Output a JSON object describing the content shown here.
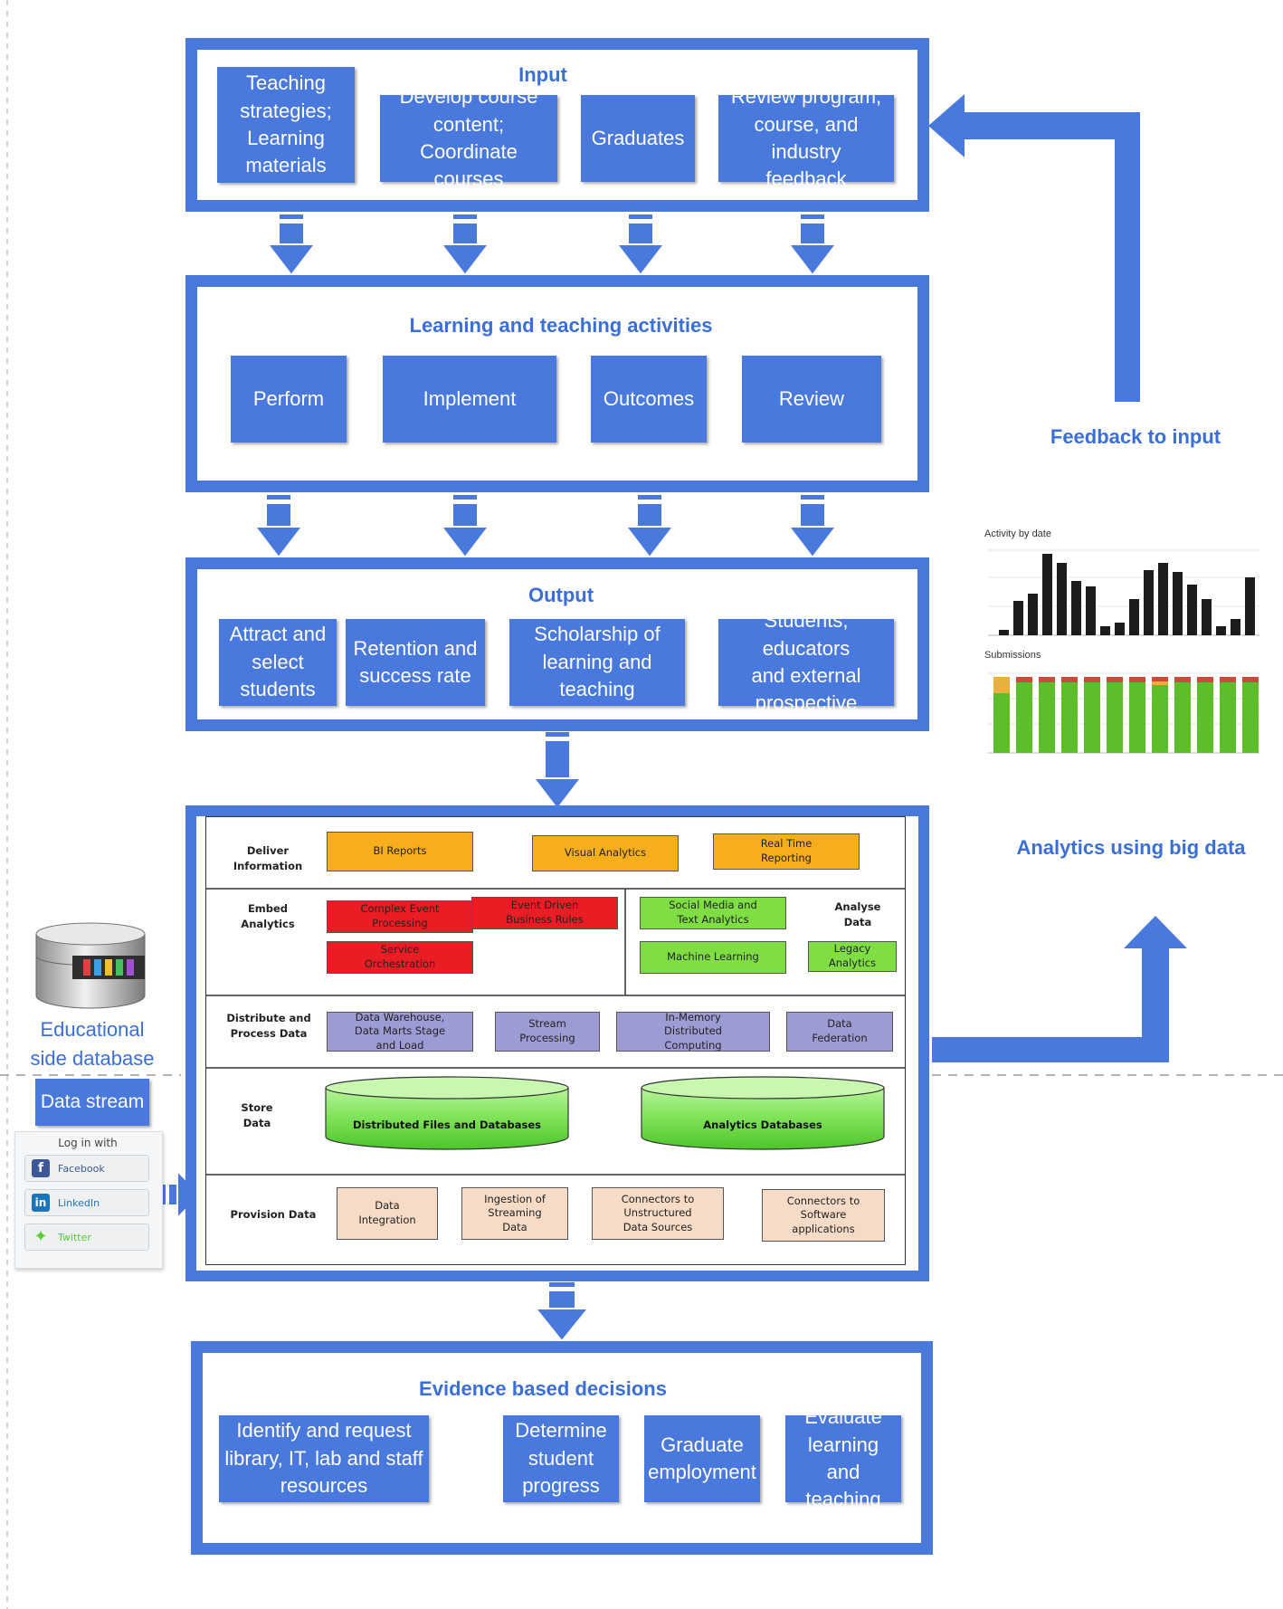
{
  "input": {
    "title": "Input",
    "items": [
      "Teaching\nstrategies;\nLearning\nmaterials",
      "Develop course\ncontent;\nCoordinate courses",
      "Graduates",
      "Review program,\ncourse, and industry\nfeedback"
    ]
  },
  "activities": {
    "title": "Learning and teaching activities",
    "items": [
      "Perform",
      "Implement",
      "Outcomes",
      "Review"
    ]
  },
  "output": {
    "title": "Output",
    "items": [
      "Attract and\nselect\nstudents",
      "Retention and\nsuccess rate",
      "Scholarship of\nlearning and\nteaching",
      "Students, educators\nand external\nprospective"
    ]
  },
  "feedback_label": "Feedback to input",
  "analytics_label": "Analytics using big data",
  "analytics_chart": {
    "activity_title": "Activity by date",
    "submissions_title": "Submissions"
  },
  "architecture": {
    "deliver": {
      "label": "Deliver\nInformation",
      "items": [
        "BI Reports",
        "Visual Analytics",
        "Real Time\nReporting"
      ]
    },
    "embed": {
      "label": "Embed\nAnalytics",
      "red_items": [
        "Complex Event\nProcessing",
        "Event Driven\nBusiness Rules",
        "Service\nOrchestration"
      ],
      "green_items": [
        "Social Media and\nText Analytics",
        "Machine Learning",
        "Legacy\nAnalytics"
      ],
      "analyse_label": "Analyse\nData"
    },
    "distribute": {
      "label": "Distribute and\nProcess Data",
      "items": [
        "Data Warehouse,\nData Marts Stage\nand Load",
        "Stream\nProcessing",
        "In-Memory\nDistributed\nComputing",
        "Data\nFederation"
      ]
    },
    "store": {
      "label": "Store\nData",
      "items": [
        "Distributed Files and Databases",
        "Analytics Databases"
      ]
    },
    "provision": {
      "label": "Provision Data",
      "items": [
        "Data\nIntegration",
        "Ingestion of\nStreaming\nData",
        "Connectors to\nUnstructured\nData Sources",
        "Connectors to\nSoftware\napplications"
      ]
    }
  },
  "left_panel": {
    "database_label": "Educational\nside database",
    "data_stream": "Data stream",
    "login_title": "Log in with",
    "social": [
      "Facebook",
      "LinkedIn",
      "Twitter"
    ]
  },
  "decisions": {
    "title": "Evidence based decisions",
    "items": [
      "Identify and request\nlibrary, IT, lab and staff\nresources",
      "Determine\nstudent\nprogress",
      "Graduate\nemployment",
      "Evaluate\nlearning and\nteaching"
    ]
  },
  "colors": {
    "primary_blue": "#4a79de",
    "title_blue": "#3a6fd8",
    "orange": "#f7ae1b",
    "red": "#ea1c24",
    "green": "#7ede44",
    "purple": "#9d9bd4",
    "peach": "#f6dbc6"
  }
}
